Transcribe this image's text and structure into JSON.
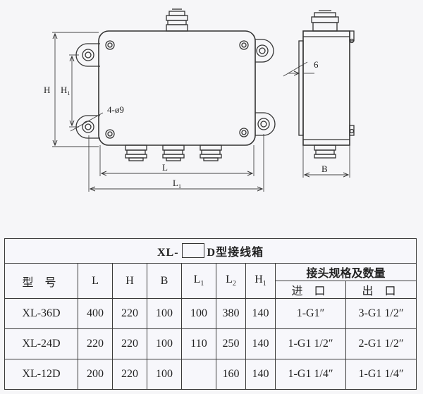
{
  "drawing": {
    "dim_H": "H",
    "dim_H1": "H",
    "dim_H1_sub": "1",
    "dim_L": "L",
    "dim_L1": "L",
    "dim_L1_sub": "1",
    "dim_B": "B",
    "hole_spec": "4-ø9",
    "gap_dim": "6"
  },
  "table": {
    "title_prefix": "XL-",
    "title_suffix": "D型接线箱",
    "headers": {
      "model": "型 号",
      "L": "L",
      "H": "H",
      "B": "B",
      "L1": "L",
      "L1_sub": "1",
      "L2": "L",
      "L2_sub": "2",
      "H1": "H",
      "H1_sub": "1",
      "connector": "接头规格及数量",
      "inlet": "进 口",
      "outlet": "出 口"
    },
    "rows": [
      {
        "model": "XL-36D",
        "L": "400",
        "H": "220",
        "B": "100",
        "L1": "100",
        "L2": "380",
        "H1": "140",
        "inlet": "1-G1″",
        "outlet": "3-G1 1/2″"
      },
      {
        "model": "XL-24D",
        "L": "220",
        "H": "220",
        "B": "100",
        "L1": "110",
        "L2": "250",
        "H1": "140",
        "inlet": "1-G1 1/2″",
        "outlet": "2-G1 1/2″"
      },
      {
        "model": "XL-12D",
        "L": "200",
        "H": "220",
        "B": "100",
        "L1": "",
        "L2": "160",
        "H1": "140",
        "inlet": "1-G1 1/4″",
        "outlet": "1-G1 1/4″"
      }
    ]
  }
}
